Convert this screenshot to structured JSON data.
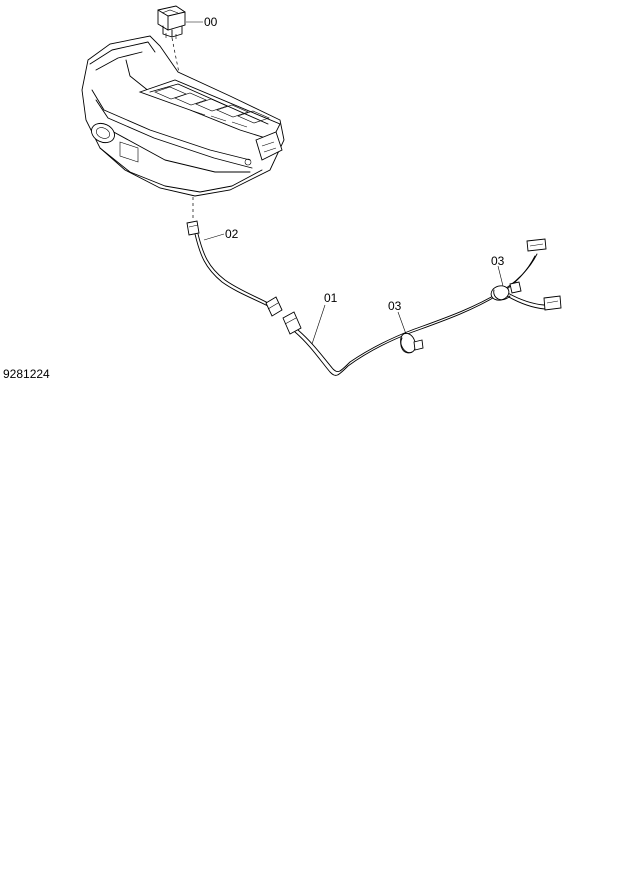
{
  "document_number": "9281224",
  "callouts": {
    "switch": "00",
    "main_harness": "01",
    "sub_harness": "02",
    "clamp_left": "03",
    "clamp_right": "03"
  }
}
